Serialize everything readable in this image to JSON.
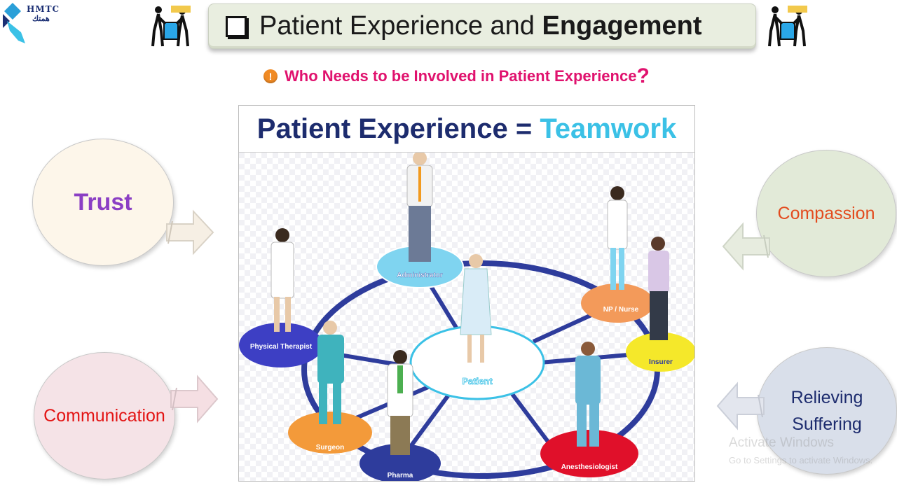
{
  "logo": {
    "text": "HMTC",
    "arabic": "همتك"
  },
  "title": {
    "prefix": "Patient Experience and ",
    "bold": "Engagement"
  },
  "question": {
    "text": "Who Needs to be Involved in Patient Experience",
    "mark": "?"
  },
  "center": {
    "heading_main": "Patient Experience = ",
    "heading_accent": "Teamwork",
    "roles": {
      "administrator": "Administrator",
      "physical_therapist": "Physical Therapist",
      "np_nurse": "NP / Nurse",
      "insurer": "Insurer",
      "patient": "Patient",
      "surgeon": "Surgeon",
      "pharma": "Pharma",
      "anesthesiologist": "Anesthesiologist"
    }
  },
  "values": {
    "trust": "Trust",
    "communication": "Communication",
    "compassion": "Compassion",
    "relieving_1": "Relieving",
    "relieving_2": "Suffering"
  },
  "watermark": {
    "line1": "Activate Windows",
    "line2": "Go to Settings to activate Windows."
  },
  "colors": {
    "title_pink": "#e0126e",
    "navy": "#1d2c6e",
    "teal_accent": "#3bc1e6",
    "trust_purple": "#8b3fc4",
    "communication_red": "#e31414",
    "compassion_orange": "#e34b1e"
  }
}
